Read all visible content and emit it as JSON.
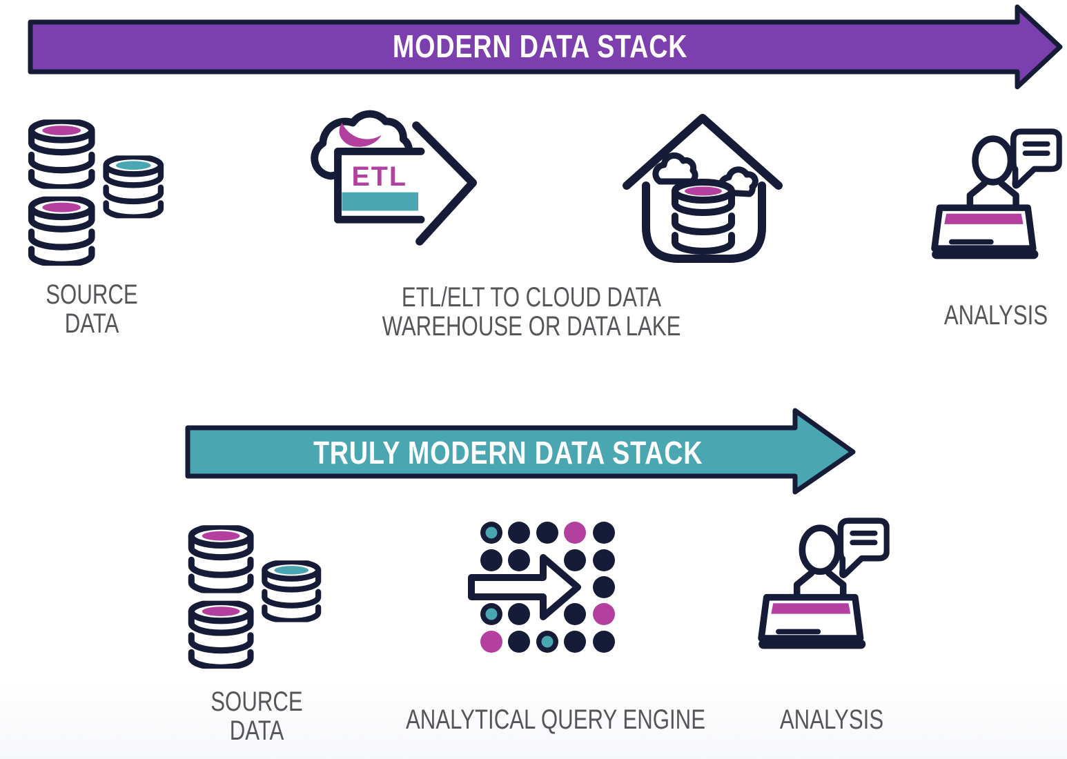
{
  "colors": {
    "purple": "#7B3FAE",
    "teal": "#4AA6B0",
    "magenta": "#B3409F",
    "navy": "#161B38",
    "label": "#54565A",
    "white": "#FFFFFF"
  },
  "top_flow": {
    "banner_label": "MODERN DATA STACK",
    "source_label": {
      "line1": "SOURCE",
      "line2": "DATA"
    },
    "etl_badge": "ETL",
    "etl_label": {
      "line1": "ETL/ELT TO CLOUD DATA",
      "line2": "WAREHOUSE OR DATA LAKE"
    },
    "analysis_label": "ANALYSIS"
  },
  "bottom_flow": {
    "banner_label": "TRULY MODERN DATA STACK",
    "source_label": {
      "line1": "SOURCE",
      "line2": "DATA"
    },
    "engine_label": "ANALYTICAL QUERY ENGINE",
    "analysis_label": "ANALYSIS"
  }
}
